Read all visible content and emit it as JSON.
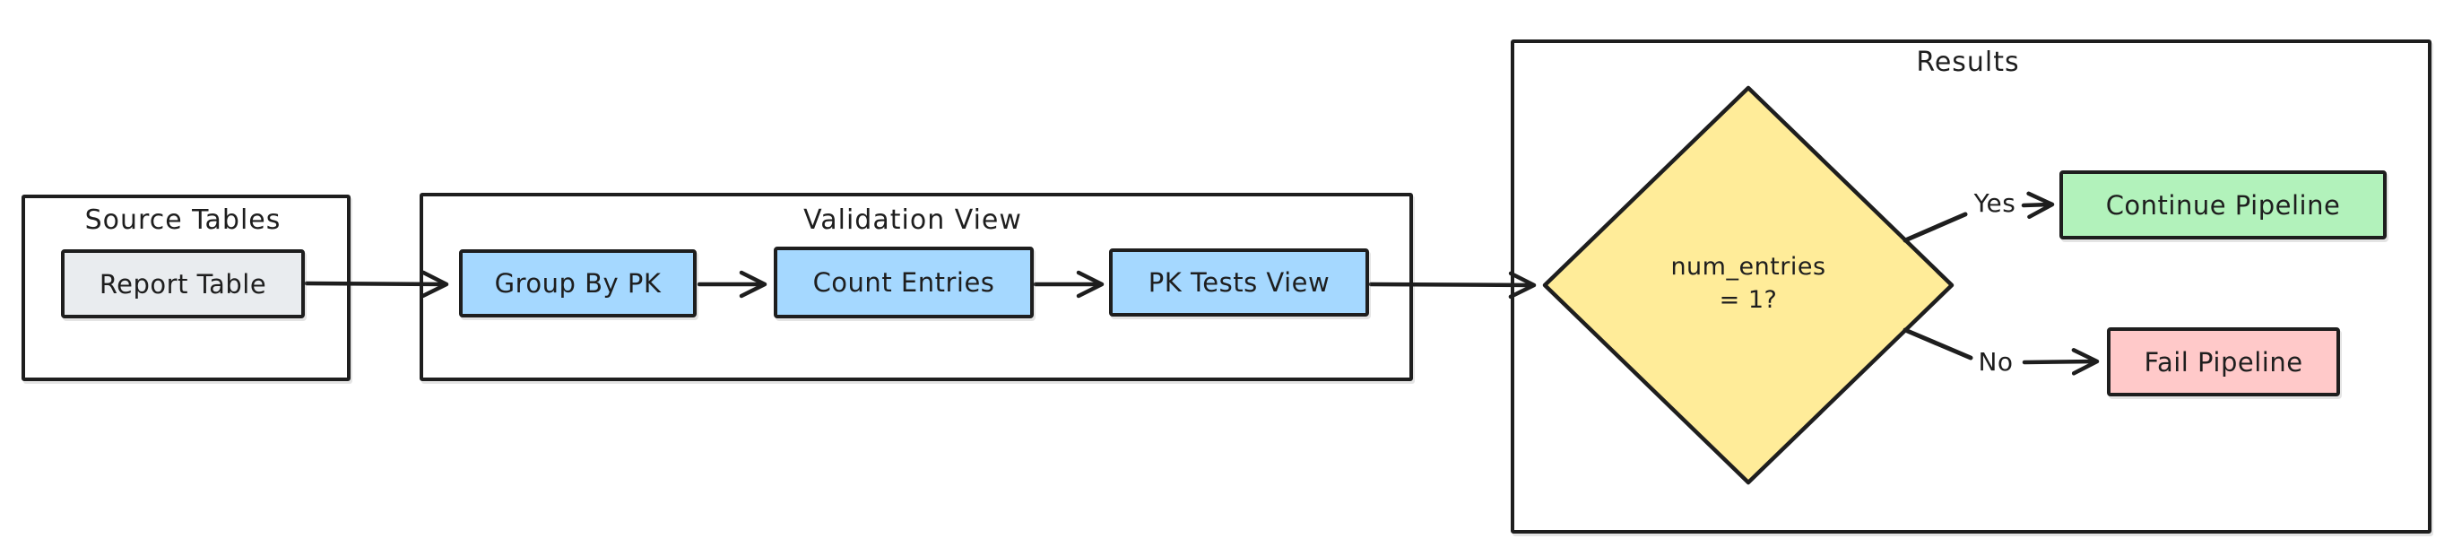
{
  "groups": {
    "source_tables": {
      "title": "Source Tables"
    },
    "validation_view": {
      "title": "Validation View"
    },
    "results": {
      "title": "Results"
    }
  },
  "nodes": {
    "report_table": {
      "label": "Report Table",
      "fill": "#e9ecef"
    },
    "group_by_pk": {
      "label": "Group By PK",
      "fill": "#a5d8ff"
    },
    "count_entries": {
      "label": "Count Entries",
      "fill": "#a5d8ff"
    },
    "pk_tests_view": {
      "label": "PK Tests View",
      "fill": "#a5d8ff"
    },
    "decision": {
      "label_line1": "num_entries",
      "label_line2": "= 1?",
      "fill": "#ffec99"
    },
    "continue_pipeline": {
      "label": "Continue Pipeline",
      "fill": "#b2f2bb"
    },
    "fail_pipeline": {
      "label": "Fail Pipeline",
      "fill": "#ffc9c9"
    }
  },
  "edges": {
    "yes_label": "Yes",
    "no_label": "No",
    "connections": [
      {
        "from": "Report Table",
        "to": "Group By PK"
      },
      {
        "from": "Group By PK",
        "to": "Count Entries"
      },
      {
        "from": "Count Entries",
        "to": "PK Tests View"
      },
      {
        "from": "PK Tests View",
        "to": "num_entries = 1?"
      },
      {
        "from": "num_entries = 1?",
        "to": "Continue Pipeline",
        "label": "Yes"
      },
      {
        "from": "num_entries = 1?",
        "to": "Fail Pipeline",
        "label": "No"
      }
    ]
  },
  "colors": {
    "stroke": "#1e1e1e",
    "canvas_background": "#ffffff"
  }
}
